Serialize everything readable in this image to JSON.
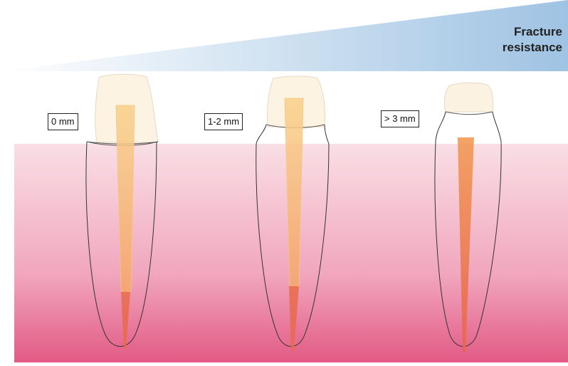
{
  "title": {
    "line1": "Fracture",
    "line2": "resistance"
  },
  "labels": {
    "tooth1": "0 mm",
    "tooth2": "1-2 mm",
    "tooth3": "> 3 mm"
  },
  "colors": {
    "wedge_dark": "#9fc3e3",
    "wedge_light": "#ffffff",
    "tissue_top": "#f9dfe5",
    "tissue_bottom": "#e25a85",
    "crown": "#fbf1de",
    "post_light": "#f7c56a",
    "post_dark": "#e86a4a",
    "outline": "#333333"
  }
}
